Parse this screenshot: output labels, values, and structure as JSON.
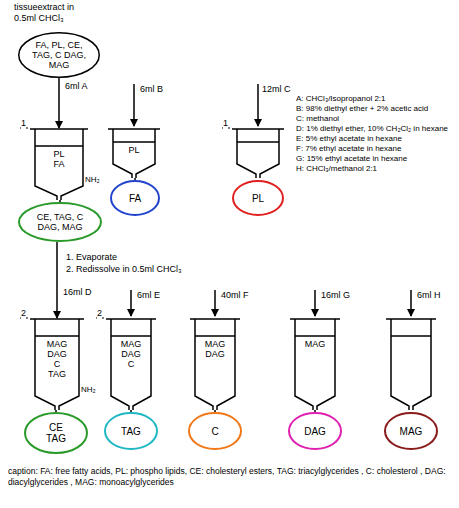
{
  "diagram": {
    "caption": "caption: FA: free fatty acids, PL: phospho lipids, CE: cholesteryl esters, TAG: triacylglycerides , C: cholesterol , DAG: diacylglycerides , MAG: monoacylglycerides",
    "nodes": [
      {
        "text": [
          "tissueextract in 0.5ml CHCl₃",
          "FA, PL, CE, TAG, C DAG, MAG"
        ]
      },
      {
        "text": [
          "PL FA",
          "NH₂"
        ]
      },
      {
        "text": [
          "PL"
        ]
      },
      {
        "text": [
          "CE, TAG, C DAG, MAG"
        ]
      },
      {
        "text": [
          "FA"
        ]
      },
      {
        "text": [
          "PL"
        ]
      },
      {
        "text": [
          "MAG DAG C TAG",
          "NH₂"
        ]
      },
      {
        "text": [
          "MAG DAG C"
        ]
      },
      {
        "text": [
          "MAG DAG"
        ]
      },
      {
        "text": [
          "MAG"
        ]
      },
      {
        "text": [
          "CE TAG"
        ]
      },
      {
        "text": [
          "TAG"
        ]
      },
      {
        "text": [
          "C"
        ]
      },
      {
        "text": [
          "DAG"
        ]
      },
      {
        "text": [
          "MAG"
        ]
      }
    ],
    "edges": [
      {
        "from": 0,
        "to": 1,
        "arrow": "to",
        "label": "6ml A"
      },
      {
        "from": 1,
        "to": 3,
        "arrow": "none"
      },
      {
        "from": 2,
        "to": 4,
        "arrow": "none"
      },
      {
        "from": 3,
        "to": 6,
        "arrow": "to",
        "label": "16ml D"
      },
      {
        "from": 6,
        "to": 10,
        "arrow": "none"
      },
      {
        "from": 7,
        "to": 11,
        "arrow": "none"
      },
      {
        "from": 8,
        "to": 12,
        "arrow": "none"
      },
      {
        "from": 9,
        "to": 13,
        "arrow": "none"
      }
    ],
    "labels": [
      "6ml B",
      "12ml C",
      "1",
      "1",
      "A: CHCl₃/Isopropanol 2:1",
      "B: 98% diethyl ether + 2% acetic acid",
      "C: methanol",
      "D: 1% diethyl ether, 10% CH₂Cl₂ in hexane",
      "E: 5% ethyl acetate in hexane",
      "F: 7% ethyl acetate in hexane",
      "G: 15% ethyl acetate in hexane",
      "H: CHCl₃/methanol 2:1",
      "1. Evaporate",
      "2. Redissolve in 0.5ml CHCl₃",
      "2",
      "2",
      "6ml E",
      "40ml F",
      "16ml G",
      "6ml H"
    ]
  }
}
